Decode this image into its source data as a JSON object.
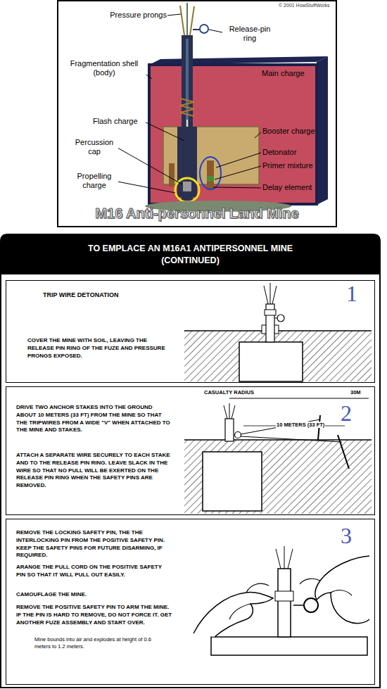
{
  "diagram": {
    "nodes": [
      {
        "text": [
          "TO EMPLACE AN M16A1 ANTIPERSONNEL MINE (CONTINUED)"
        ]
      },
      {
        "text": [
          "TRIP WIRE DETONATION",
          "COVER THE MINE WITH SOIL, LEAVING THE RELEASE PIN RING OF THE FUZE AND PRESSURE PRONGS EXPOSED."
        ]
      },
      {
        "text": [
          "DRIVE TWO ANCHOR STAKES INTO THE GROUND ABOUT 10 METERS (33 FT) FROM THE MINE SO THAT THE TRIPWIRES FROM A WIDE \"V\" WHEN ATTACHED TO THE MINE AND STAKES.",
          "ATTACH A SEPARATE WIRE SECURELY TO EACH STAKE AND TO THE RELEASE PIN RING. LEAVE SLACK IN THE WIRE SO THAT NO PULL WILL BE EXERTED ON THE RELEASE PIN RING WHEN THE SAFETY PINS ARE REMOVED."
        ]
      },
      {
        "text": [
          "REMOVE THE LOCKING SAFETY PIN, THE THE INTERLOCKING PIN FROM THE POSITIVE SAFETY PIN. KEEP THE SAFETY PINS FOR FUTURE DISARMING, IF REQUIRED.",
          "ARANGE THE PULL CORD ON THE POSITIVE SAFETY PIN SO THAT IT WILL PULL OUT EASILY.",
          "CAMOUFLAGE THE MINE.",
          "REMOVE THE POSITIVE SAFETY PIN TO ARM THE MINE. IF THE PIN IS HARD TO REMOVE, DO NOT FORCE IT. GET ANOTHER FUZE ASSEMBLY AND START OVER.",
          "Mine bounds into air and explodes at height of 0.6 meters to 1.2 meters."
        ]
      }
    ],
    "labels": [
      "© 2001 HowStuffWorks",
      "Pressure prongs",
      "Release-pin ring",
      "Fragmentation shell (body)",
      "Main charge",
      "Flash charge",
      "Booster charge",
      "Percussion cap",
      "Detonator",
      "Propelling charge",
      "Primer mixture",
      "Delay element",
      "M16 Anti-personnel Land Mine",
      "1",
      "CASUALTY RADIUS",
      "30M",
      "10 METERS (33 FT)",
      "2",
      "3"
    ]
  }
}
